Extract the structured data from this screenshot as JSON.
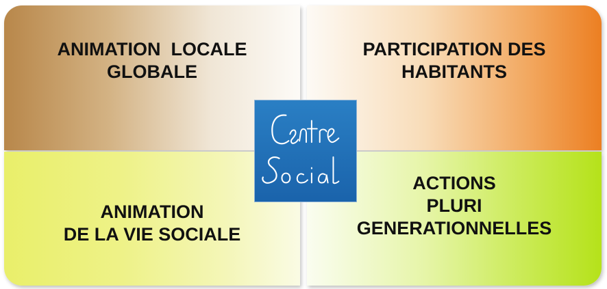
{
  "quadrants": {
    "top_left": {
      "line1": "ANIMATION  LOCALE",
      "line2": "GLOBALE"
    },
    "top_right": {
      "line1": "PARTICIPATION DES",
      "line2": "HABITANTS"
    },
    "bottom_left": {
      "line1": "ANIMATION",
      "line2": "DE LA VIE SOCIALE"
    },
    "bottom_right": {
      "line1": "ACTIONS",
      "line2": "PLURI",
      "line3": "GENERATIONNELLES"
    }
  },
  "logo": {
    "word1": "Centre",
    "word2": "Social",
    "background": "#1f6fb8",
    "icon": "centre-social-logo"
  },
  "colors": {
    "top_left_accent": "#b8874a",
    "top_right_accent": "#ec7f22",
    "bottom_left_accent": "#e9ef6a",
    "bottom_right_accent": "#b5e21a"
  }
}
